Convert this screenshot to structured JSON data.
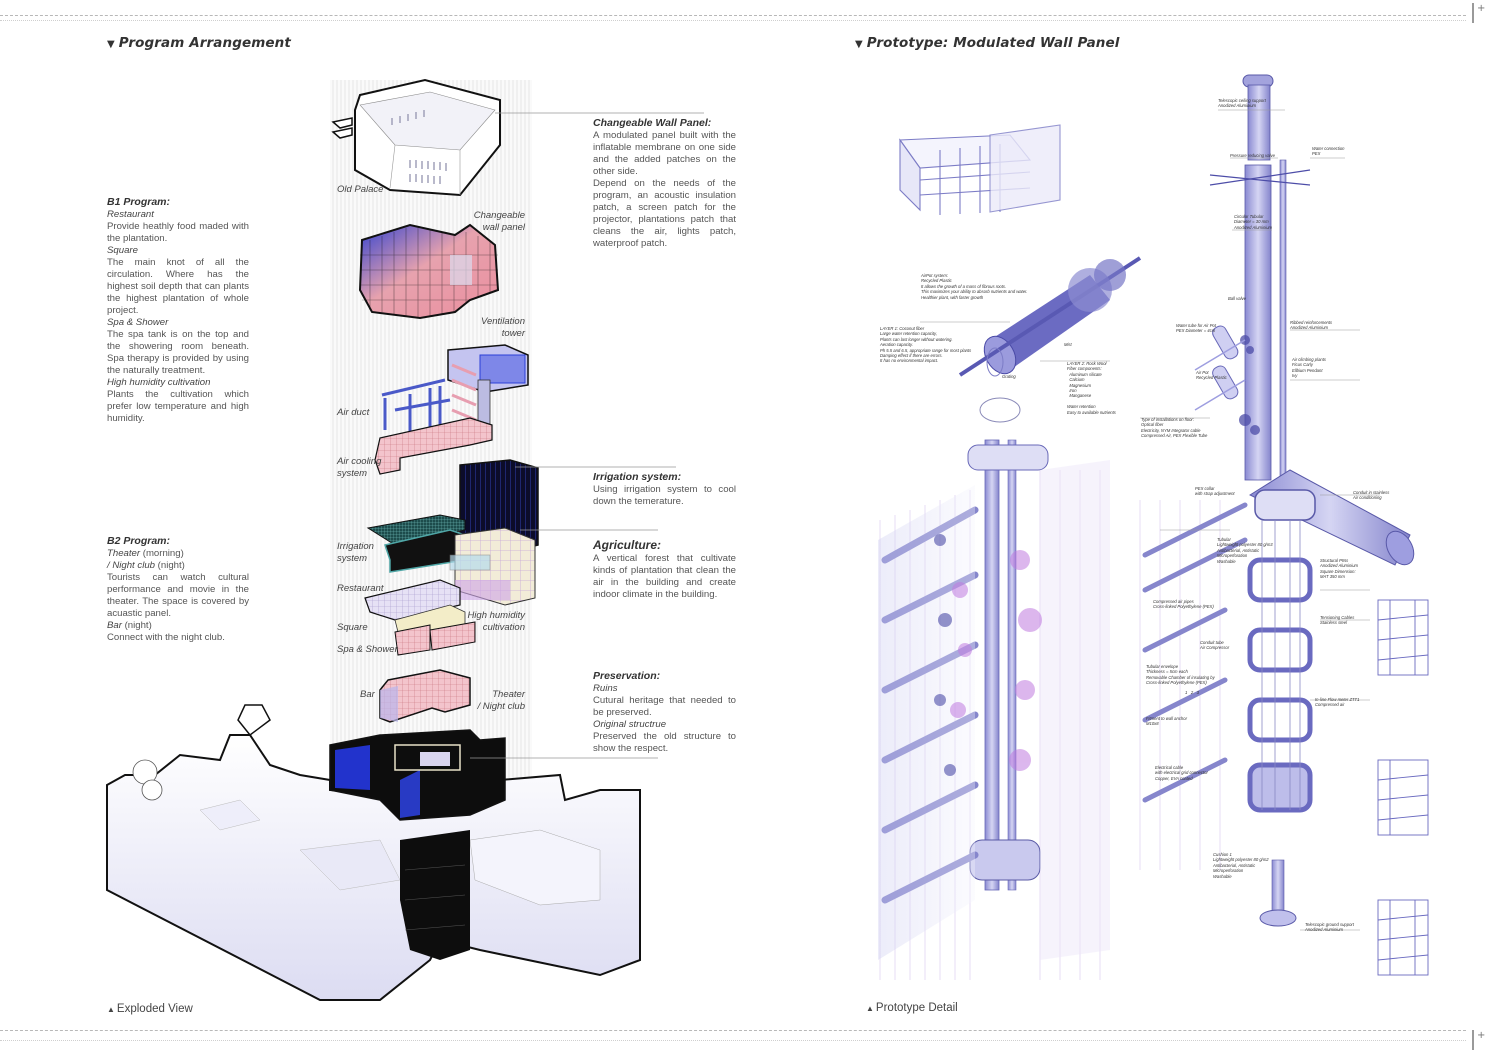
{
  "page": {
    "left_title": "Program Arrangement",
    "right_title": "Prototype: Modulated Wall Panel",
    "left_caption": "Exploded View",
    "right_caption": "Prototype Detail",
    "triangle_down": "▼",
    "triangle_up": "▲",
    "crop_plus": "+"
  },
  "b1": {
    "heading": "B1 Program:",
    "items": [
      {
        "name": "Restaurant",
        "text": "Provide heathly food maded with the plantation."
      },
      {
        "name": "Square",
        "text": "The main knot of all the circulation. Where has the highest soil depth that can plants the highest plantation of whole project."
      },
      {
        "name": "Spa & Shower",
        "text": "The spa tank is on the top and the showering room beneath. Spa therapy is provided by using the naturally treatment."
      },
      {
        "name": "High humidity cultivation",
        "text": "Plants the cultivation which prefer low temperature and high humidity."
      }
    ]
  },
  "b2": {
    "heading": "B2 Program:",
    "theater": "Theater",
    "theater_note": " (morning)",
    "nightclub": "/ Night club",
    "nightclub_note": " (night)",
    "theater_text": "Tourists can watch cultural performance and movie in the theater. The space is covered by acuastic panel.",
    "bar": "Bar",
    "bar_note": " (night)",
    "bar_text": "Connect with the night club."
  },
  "annotations": {
    "wall_panel": {
      "heading": "Changeable Wall Panel:",
      "text1": "A modulated panel built with the inflatable membrane on one side and the added patches on the other side.",
      "text2": "Depend on the needs of the program, an acoustic insulation patch, a screen patch for the projector, plantations patch that cleans the air, lights patch, waterproof patch."
    },
    "irrigation": {
      "heading": "Irrigation system:",
      "text": "Using irrigation system to cool down the temerature."
    },
    "agriculture": {
      "heading": "Agriculture:",
      "text": "A vertical forest that cultivate kinds of plantation that clean the air in the building and create indoor climate in the building."
    },
    "preservation": {
      "heading": "Preservation:",
      "sub1": "Ruins",
      "text1": "Cutural heritage that needed to be preserved.",
      "sub2": "Original structrue",
      "text2": "Preserved the old structure to show the respect."
    }
  },
  "exploded_labels": {
    "old_palace": "Old Palace",
    "changeable_wall_panel": "Changeable\nwall panel",
    "ventilation_tower": "Ventilation\ntower",
    "air_duct": "Air duct",
    "air_cooling": "Air cooling\nsystem",
    "irrigation": "Irrigation\nsystem",
    "restaurant": "Restaurant",
    "square": "Square",
    "spa": "Spa & Shower",
    "high_humidity": "High humidity\ncultivation",
    "bar": "Bar",
    "theater": "Theater\n/ Night club"
  },
  "prototype_labels": {
    "ceiling_support": "Telescopic ceiling support\nAnodized Aluminium",
    "water_connection": "Water connection\nPEX",
    "pressure_valve": "Pressure reducing valve",
    "circular_tubular": "Circular Tubular\nDiameter = 30 mm\nAnodized Aluminium",
    "airpot_system": "AirPot system:\nRecycled Plastic\nIt allows the growth of a mass of fibrous roots.\nThis maximizes your ability to absorb nutrients and water.\nHealthier plant, with faster growth",
    "layer1": "LAYER 1: Coconut fiber\nLarge water retention capacity,\nPlants can last longer without watering.\nAeration capacity.\nPh 5.5 and 6.5, appropriate range for most plants\nDamping effect if there are errors.\nIt has no environmental impact.",
    "grating": "Grating",
    "mist": "Mist",
    "layer2": "LAYER 2: Rock Wool\nFiber components:\n  Aluminum silicate\n  Calcium\n  Magnesium\n  Iron\n  Manganese\n\nWater retention\nEasy to available nutrients",
    "ball_valve": "Ball valve",
    "water_tube": "Water tube for Air Pot\nPEX Diameter = 4cm",
    "air_pot": "Air Pot\nRecycled Plastic",
    "ribbed_reinforcement": "Ribbed reinforcements\nAnodized Aluminium",
    "climbing_plants": "Air climbing plants\nFicus Carly\nEllbium Pendant\nIvy",
    "installation_type": "Type of installations on floor:\nOptical fiber\nElectricity, NYM Integrator cable\nCompressed Air, PEX Flexible Tube",
    "pex_collar": "PEX collar\nwith strap adjustment",
    "conduit_ac": "Conduit in stainless\nAir conditioning",
    "tubular": "Tubular\nLightweight polyester 80 g/m3\nAntibacterial, Antistatic\nMicroperforation\nWashable",
    "structural_pins": "Structural PINs\nAnodized Aluminium\nSquare Dimension:\nMAT 350 mm",
    "compressed_air_pipes": "Compressed air pipes\nCross-linked Polyethylene (PEX)",
    "tensioning_cables": "Tensioning Cables\nStainless steel",
    "conduit_tube": "Conduit tube\nAir Compressor",
    "tubular_envelope": "Tubular envelope\nThickness = 5cm each\nRemovable Chamber of insulating by\nCross-linked Polyethylene (PEX)",
    "numbers": "1   2   3",
    "inline_flowmeter": "In-line Flow meter ZTT1\nCompressed air",
    "wall_anchor": "Fitment to wall anchor\nM10x8",
    "electrical_cable": "Electrical cable\nwith electrical grid connector\nCopper, EVA coated",
    "cushion": "Cushion 1\nLightweight polyester 80 g/m2\nAntibacterial, Antistatic\nMicroperforation\nWashable",
    "ground_support": "Telescopic ground support\nAnodized Aluminium"
  },
  "colors": {
    "lavender": "#a9a9e0",
    "blue": "#2b3fd8",
    "pink": "#f0a5b0",
    "magenta": "#d98ce8",
    "black": "#111111",
    "teal": "#4fa6a6"
  }
}
